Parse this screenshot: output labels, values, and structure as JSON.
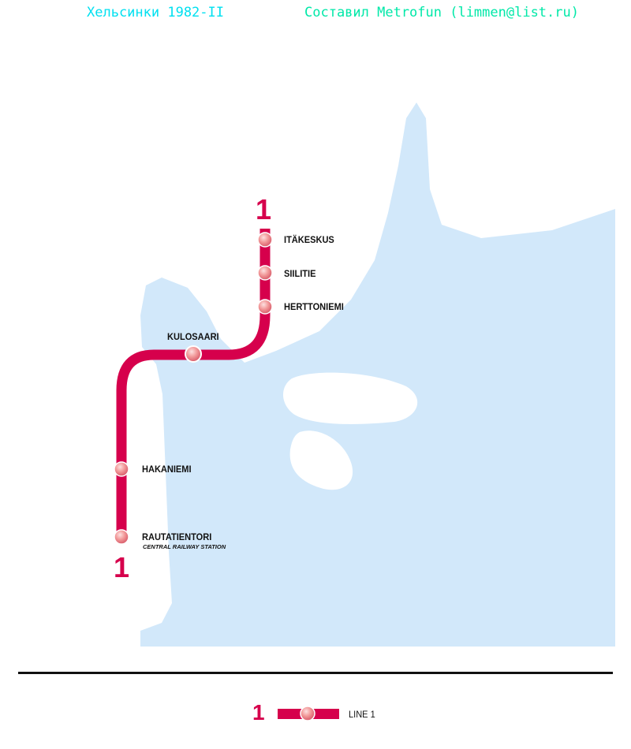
{
  "header": {
    "title": "Хельсинки 1982-II",
    "credit": "Составил Metrofun (limmen@list.ru)"
  },
  "line": {
    "number": "1",
    "color": "#d6004c",
    "stations": [
      {
        "name": "ITÄKESKUS"
      },
      {
        "name": "SIILITIE"
      },
      {
        "name": "HERTTONIEMI"
      },
      {
        "name": "KULOSAARI"
      },
      {
        "name": "HAKANIEMI"
      },
      {
        "name": "RAUTATIENTORI",
        "subtitle": "CENTRAL RAILWAY STATION"
      }
    ]
  },
  "legend": {
    "number": "1",
    "label": "LINE 1"
  },
  "colors": {
    "water": "#d2e8fa",
    "title": "#00e0f0",
    "credit": "#00e8a8"
  }
}
